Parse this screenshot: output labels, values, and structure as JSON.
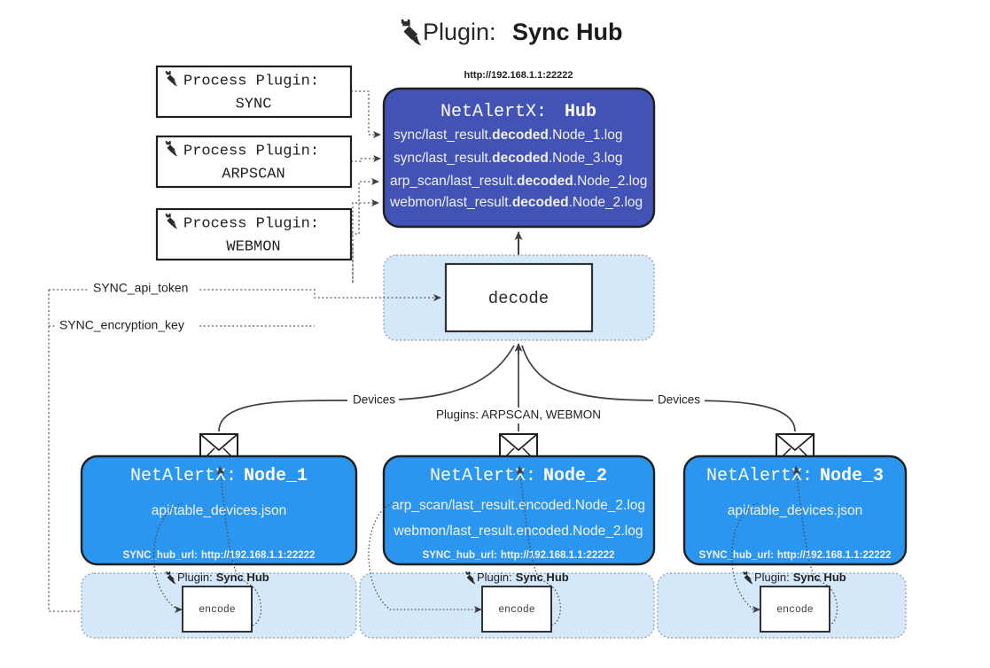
{
  "title": {
    "icon": "plug-icon",
    "prefix": "Plugin:",
    "name": "Sync Hub"
  },
  "colors": {
    "hub_fill": "#4353b5",
    "hub_stroke": "#1f1f1f",
    "node_fill": "#2b96ef",
    "node_stroke": "#1f1f1f",
    "container_fill": "#d4e8fa",
    "container_stroke": "#8fa8bd",
    "box_fill": "#ffffff",
    "box_stroke": "#2e3137",
    "line": "#3c3f44",
    "text_dark": "#1f1f1f",
    "text_light": "#ffffff"
  },
  "process_plugins": [
    {
      "icon": "plug-icon",
      "label": "Process Plugin:",
      "name": "SYNC"
    },
    {
      "icon": "plug-icon",
      "label": "Process Plugin:",
      "name": "ARPSCAN"
    },
    {
      "icon": "plug-icon",
      "label": "Process Plugin:",
      "name": "WEBMON"
    }
  ],
  "hub": {
    "url": "http://192.168.1.1:22222",
    "title_prefix": "NetAlertX:",
    "title_name": "Hub",
    "logs": [
      {
        "pre": "sync/last_result.",
        "mid": "decoded",
        "post": ".Node_1.log"
      },
      {
        "pre": "sync/last_result.",
        "mid": "decoded",
        "post": ".Node_3.log"
      },
      {
        "pre": "arp_scan/last_result.",
        "mid": "decoded",
        "post": ".Node_2.log"
      },
      {
        "pre": "webmon/last_result.",
        "mid": "decoded",
        "post": ".Node_2.log"
      }
    ]
  },
  "decode": {
    "label": "decode"
  },
  "edge_labels": {
    "api_token": "SYNC_api_token",
    "encryption_key": "SYNC_encryption_key",
    "devices_left": "Devices",
    "devices_right": "Devices",
    "plugins_center": "Plugins: ARPSCAN, WEBMON"
  },
  "nodes": [
    {
      "title_prefix": "NetAlertX:",
      "title_name": "Node_1",
      "lines": [
        "api/table_devices.json"
      ],
      "hub_url_key": "SYNC_hub_url:",
      "hub_url_value": "http://192.168.1.1:22222",
      "envelope_icon": "envelope-icon"
    },
    {
      "title_prefix": "NetAlertX:",
      "title_name": "Node_2",
      "lines": [
        "arp_scan/last_result.encoded.Node_2.log",
        "webmon/last_result.encoded.Node_2.log"
      ],
      "hub_url_key": "SYNC_hub_url:",
      "hub_url_value": "http://192.168.1.1:22222",
      "envelope_icon": "envelope-icon"
    },
    {
      "title_prefix": "NetAlertX:",
      "title_name": "Node_3",
      "lines": [
        "api/table_devices.json"
      ],
      "hub_url_key": "SYNC_hub_url:",
      "hub_url_value": "http://192.168.1.1:22222",
      "envelope_icon": "envelope-icon"
    }
  ],
  "encoders": [
    {
      "icon": "plug-icon",
      "prefix": "Plugin:",
      "name": "Sync Hub",
      "box_label": "encode"
    },
    {
      "icon": "plug-icon",
      "prefix": "Plugin:",
      "name": "Sync Hub",
      "box_label": "encode"
    },
    {
      "icon": "plug-icon",
      "prefix": "Plugin:",
      "name": "Sync Hub",
      "box_label": "encode"
    }
  ]
}
